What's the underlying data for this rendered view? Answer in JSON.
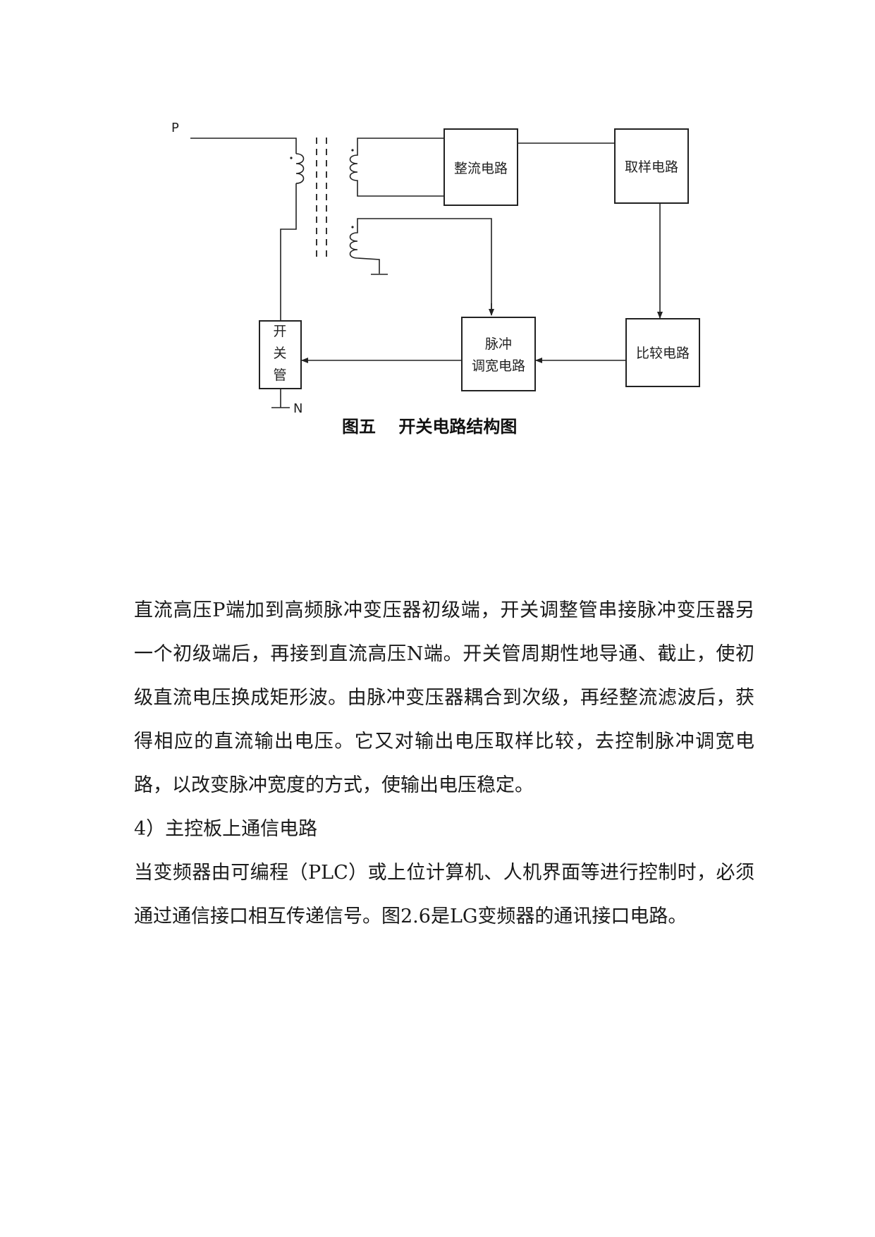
{
  "figure": {
    "terminal_p": "P",
    "terminal_n": "N",
    "rectifier": "整流电路",
    "sampling": "取样电路",
    "pwm_line1": "脉冲",
    "pwm_line2": "调宽电路",
    "comparator": "比较电路",
    "switch_line1": "开",
    "switch_line2": "关",
    "switch_line3": "管",
    "caption": "图五　 开关电路结构图"
  },
  "body": {
    "paragraph1": "直流高压P端加到高频脉冲变压器初级端，开关调整管串接脉冲变压器另一个初级端后，再接到直流高压N端。开关管周期性地导通、截止，使初级直流电压换成矩形波。由脉冲变压器耦合到次级，再经整流滤波后，获得相应的直流输出电压。它又对输出电压取样比较，去控制脉冲调宽电路，以改变脉冲宽度的方式，使输出电压稳定。",
    "heading": "4）主控板上通信电路",
    "paragraph2": "当变频器由可编程（PLC）或上位计算机、人机界面等进行控制时，必须通过通信接口相互传递信号。图2.6是LG变频器的通讯接口电路。"
  }
}
